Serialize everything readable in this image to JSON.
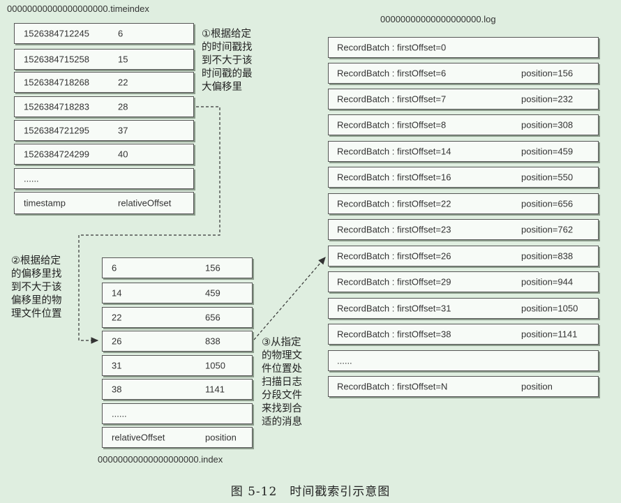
{
  "timeindex": {
    "file_name": "00000000000000000000.timeindex",
    "rows": [
      {
        "c1": "1526384712245",
        "c2": "6"
      },
      {
        "c1": "1526384715258",
        "c2": "15"
      },
      {
        "c1": "1526384718268",
        "c2": "22"
      },
      {
        "c1": "1526384718283",
        "c2": "28"
      },
      {
        "c1": "1526384721295",
        "c2": "37"
      },
      {
        "c1": "1526384724299",
        "c2": "40"
      },
      {
        "c1": "......",
        "c2": ""
      },
      {
        "c1": "timestamp",
        "c2": "relativeOffset"
      }
    ]
  },
  "index": {
    "file_name": "00000000000000000000.index",
    "rows": [
      {
        "c1": "6",
        "c2": "156"
      },
      {
        "c1": "14",
        "c2": "459"
      },
      {
        "c1": "22",
        "c2": "656"
      },
      {
        "c1": "26",
        "c2": "838"
      },
      {
        "c1": "31",
        "c2": "1050"
      },
      {
        "c1": "38",
        "c2": "1141"
      },
      {
        "c1": "......",
        "c2": ""
      },
      {
        "c1": "relativeOffset",
        "c2": "position"
      }
    ]
  },
  "log": {
    "file_name": "00000000000000000000.log",
    "rows": [
      {
        "c1": "RecordBatch : firstOffset=0",
        "c2": ""
      },
      {
        "c1": "RecordBatch : firstOffset=6",
        "c2": "position=156"
      },
      {
        "c1": "RecordBatch : firstOffset=7",
        "c2": "position=232"
      },
      {
        "c1": "RecordBatch : firstOffset=8",
        "c2": "position=308"
      },
      {
        "c1": "RecordBatch : firstOffset=14",
        "c2": "position=459"
      },
      {
        "c1": "RecordBatch : firstOffset=16",
        "c2": "position=550"
      },
      {
        "c1": "RecordBatch : firstOffset=22",
        "c2": "position=656"
      },
      {
        "c1": "RecordBatch : firstOffset=23",
        "c2": "position=762"
      },
      {
        "c1": "RecordBatch : firstOffset=26",
        "c2": "position=838"
      },
      {
        "c1": "RecordBatch : firstOffset=29",
        "c2": "position=944"
      },
      {
        "c1": "RecordBatch : firstOffset=31",
        "c2": "position=1050"
      },
      {
        "c1": "RecordBatch : firstOffset=38",
        "c2": "position=1141"
      },
      {
        "c1": "......",
        "c2": ""
      },
      {
        "c1": "RecordBatch : firstOffset=N",
        "c2": "position"
      }
    ]
  },
  "annotations": {
    "step1": [
      "①根据给定",
      "的时间戳找",
      "到不大于该",
      "时间戳的最",
      "大偏移里"
    ],
    "step2": [
      "②根据给定",
      "的偏移里找",
      "到不大于该",
      "偏移里的物",
      "理文件位置"
    ],
    "step3": [
      "③从指定",
      "的物理文",
      "件位置处",
      "扫描日志",
      "分段文件",
      "来找到合",
      "适的消息"
    ]
  },
  "caption": "图 5-12　时间戳索引示意图"
}
